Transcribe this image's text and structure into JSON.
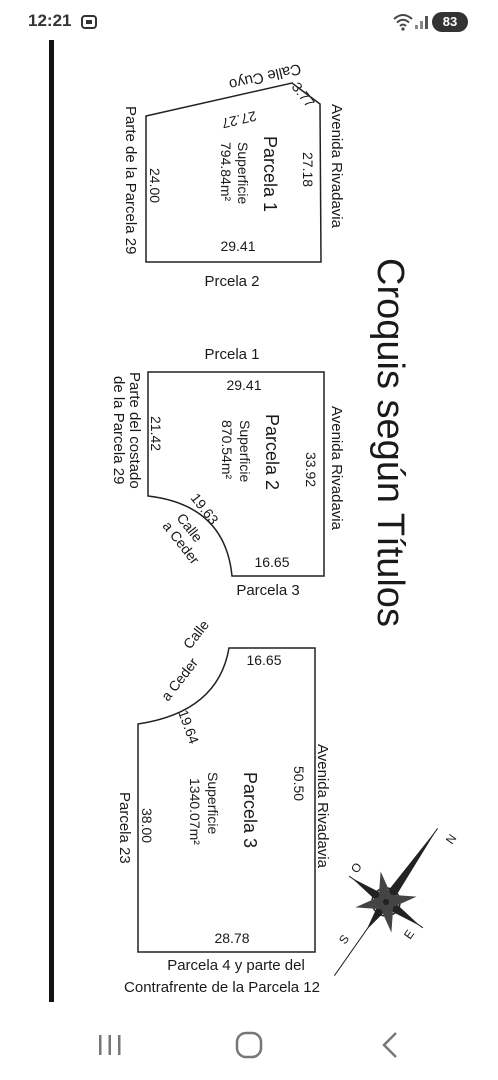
{
  "status": {
    "time": "12:21",
    "battery": "83"
  },
  "title": "Croquis según Títulos",
  "parcela1": {
    "name": "Parcela 1",
    "superficie_label": "Superficie",
    "area": "794.84m²",
    "street_top": "Calle Cuyo",
    "street_right": "Avenida Rivadavia",
    "left_label": "Parte de la Parcela 29",
    "bottom_label": "Prcela 2",
    "dim_diag": "3.77",
    "dim_top": "27.27",
    "dim_right": "27.18",
    "dim_left": "24.00",
    "dim_bottom": "29.41"
  },
  "parcela2": {
    "name": "Parcela 2",
    "superficie_label": "Superficie",
    "area": "870.54m²",
    "top_label": "Prcela 1",
    "street_right": "Avenida Rivadavia",
    "left_label_1": "Parte del costado",
    "left_label_2": "de la Parcela 29",
    "street_curve_1": "Calle",
    "street_curve_2": "a Ceder",
    "bottom_label": "Parcela 3",
    "dim_top": "29.41",
    "dim_right": "33.92",
    "dim_left": "21.42",
    "dim_curve": "19.63",
    "dim_bottom": "16.65"
  },
  "parcela3": {
    "name": "Parcela 3",
    "superficie_label": "Superficie",
    "area": "1340.07m²",
    "street_right": "Avenida Rivadavia",
    "left_label": "Parcela 23",
    "street_curve_1": "Calle",
    "street_curve_2": "a Ceder",
    "bottom_label_1": "Parcela 4 y parte del",
    "bottom_label_2": "Contrafrente de la Parcela 12",
    "dim_top": "16.65",
    "dim_curve": "19.64",
    "dim_right": "50.50",
    "dim_left": "38.00",
    "dim_bottom": "28.78"
  },
  "compass": {
    "n": "N",
    "s": "S",
    "e": "E",
    "o": "O"
  },
  "icons": {
    "screenshot": "screenshot-icon",
    "wifi": "wifi-icon",
    "signal": "signal-icon",
    "battery": "battery-icon",
    "recents": "recents-icon",
    "home": "home-icon",
    "back": "back-icon"
  }
}
